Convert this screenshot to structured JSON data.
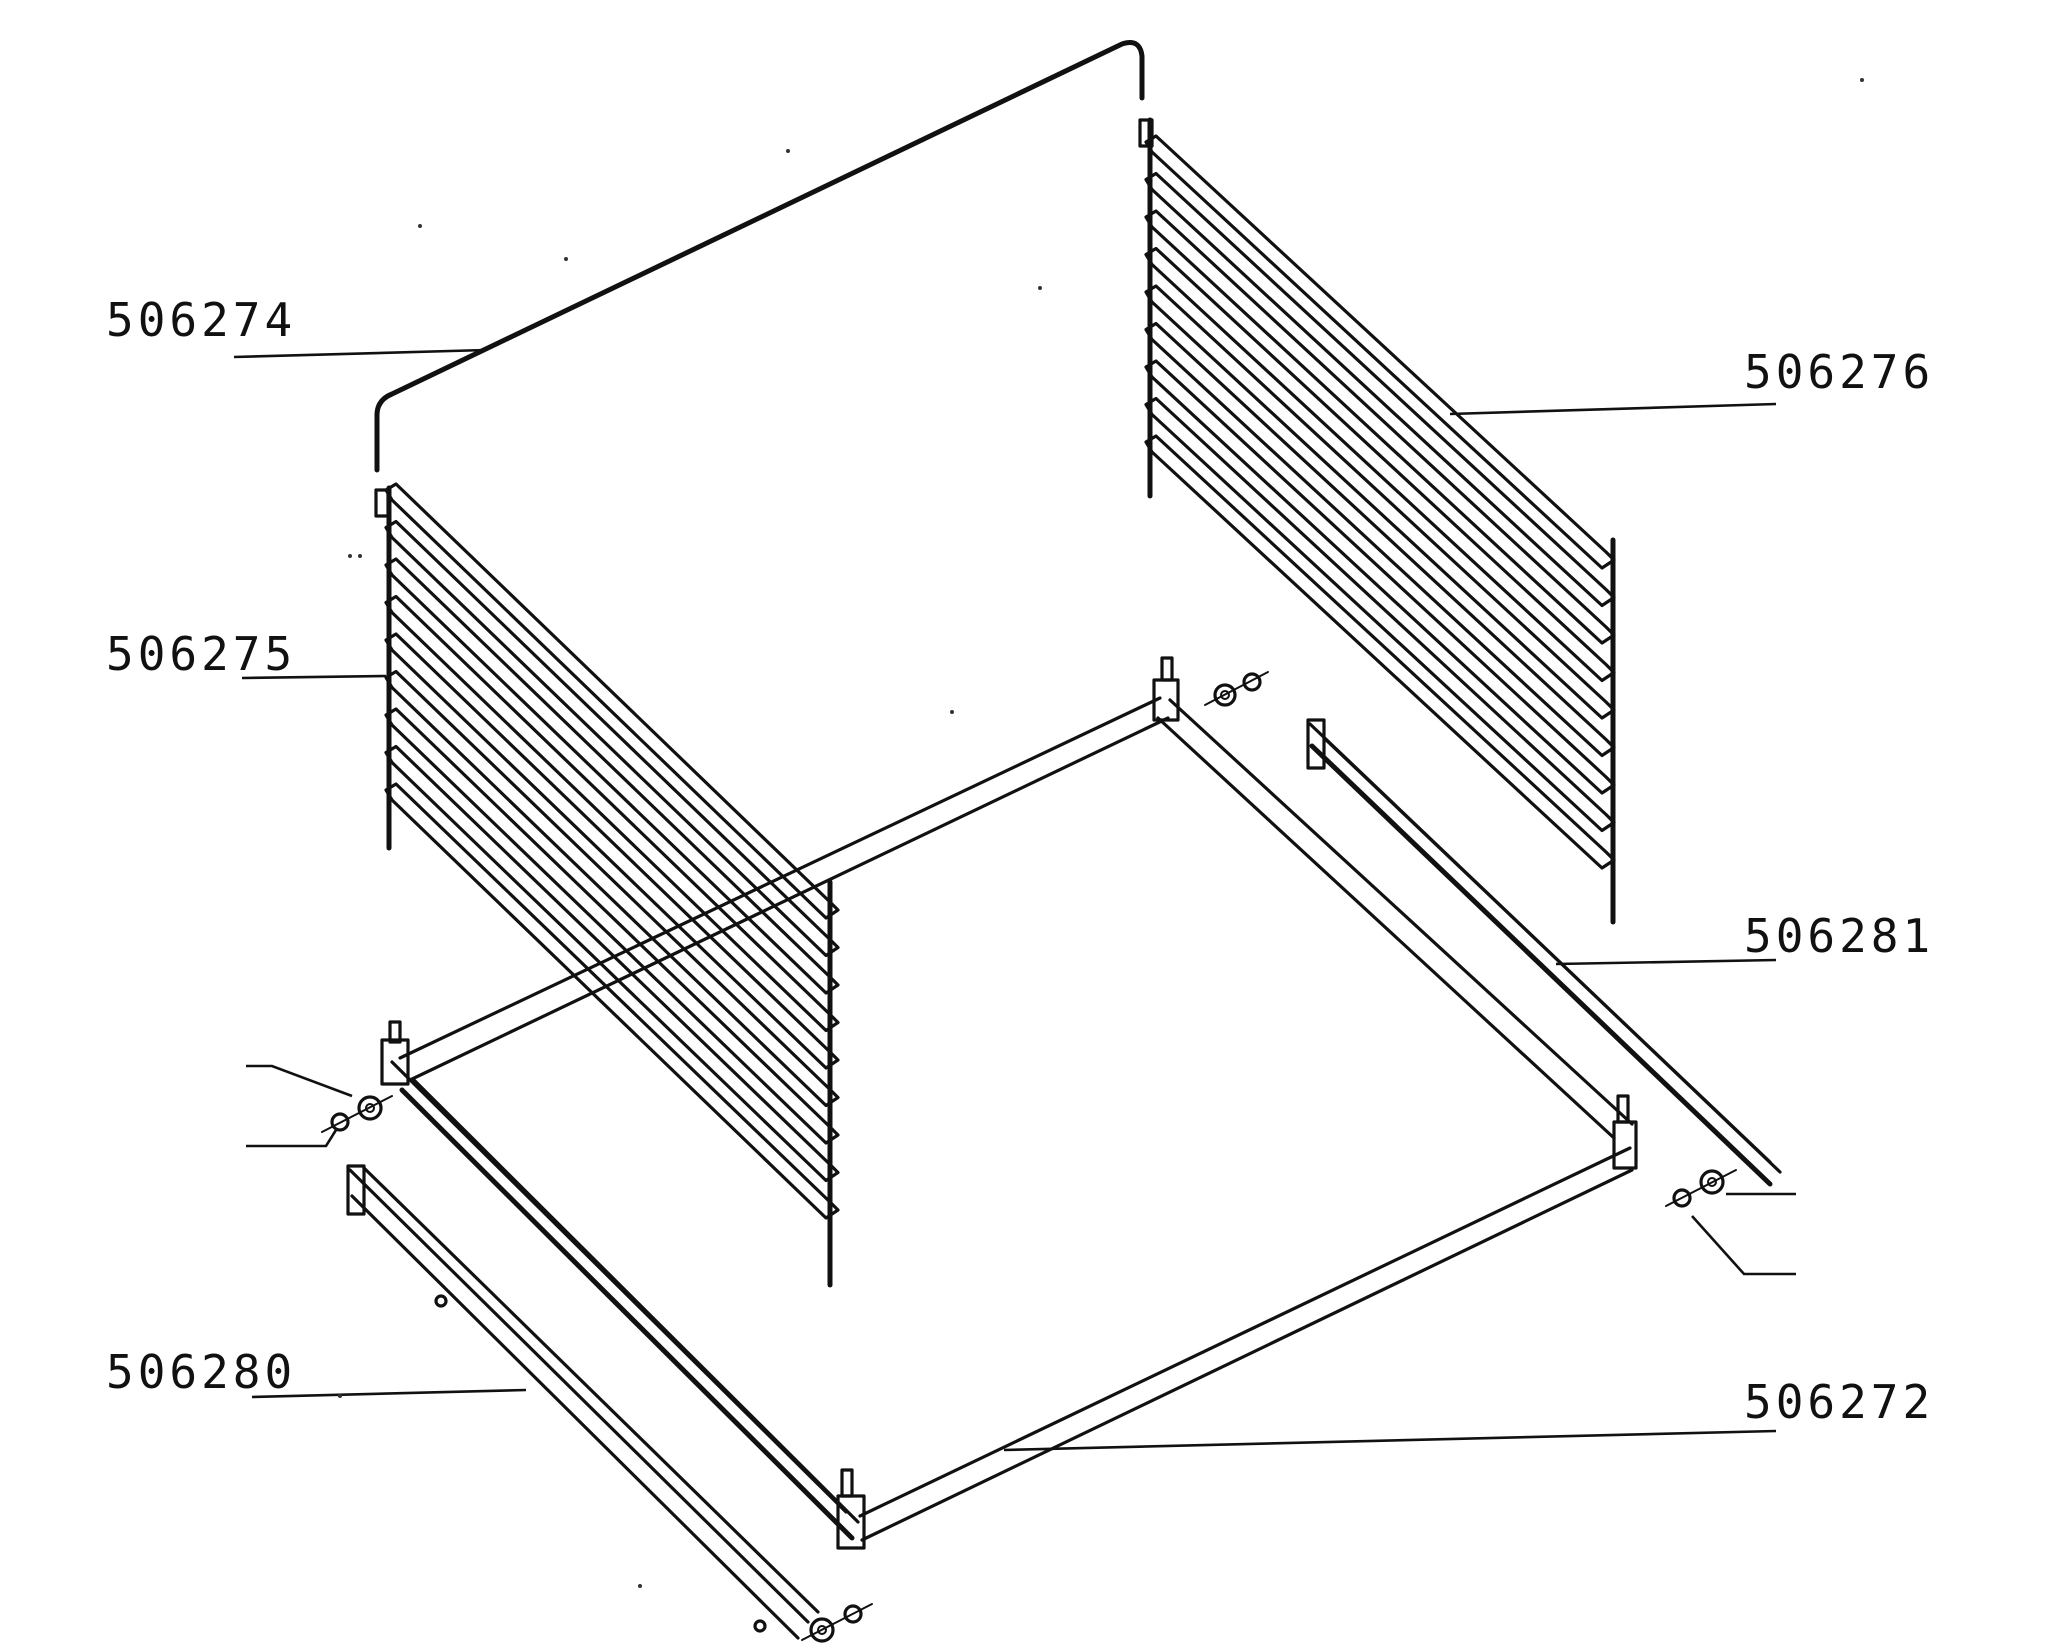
{
  "diagram": {
    "parts": [
      {
        "id": "top-wire",
        "number": "506274"
      },
      {
        "id": "left-rack",
        "number": "506275"
      },
      {
        "id": "right-rack",
        "number": "506276"
      },
      {
        "id": "right-rail",
        "number": "506281"
      },
      {
        "id": "left-rail",
        "number": "506280"
      },
      {
        "id": "base-frame",
        "number": "506272"
      }
    ],
    "colors": {
      "line": "#111111",
      "background": "#ffffff"
    }
  }
}
